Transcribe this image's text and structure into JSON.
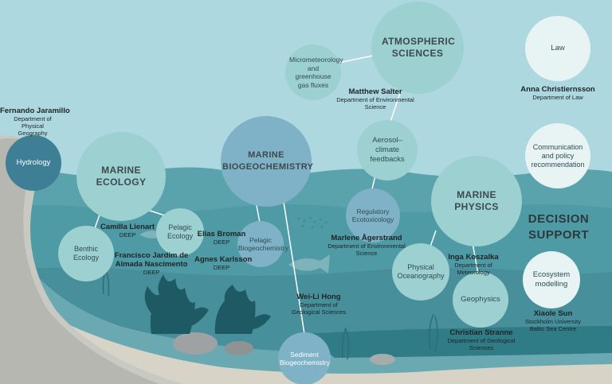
{
  "circles": {
    "atmospheric_sciences": "ATMOSPHERIC SCIENCES",
    "micrometeorology": "Micrometeorology and greenhouse gas fluxes",
    "aerosol_climate": "Aerosol–climate feedbacks",
    "law": "Law",
    "communication_policy": "Communication and policy recommendation",
    "hydrology": "Hydrology",
    "marine_ecology": "MARINE ECOLOGY",
    "marine_biogeochemistry": "MARINE BIOGEOCHEMISTRY",
    "regulatory_ecotoxicology": "Regulatory Ecotoxicology",
    "marine_physics": "MARINE PHYSICS",
    "pelagic_ecology": "Pelagic Ecology",
    "benthic_ecology": "Benthic Ecology",
    "pelagic_biogeochemistry": "Pelagic Biogeochemistry",
    "physical_oceanography": "Physical Oceanography",
    "geophysics": "Geophysics",
    "ecosystem_modelling": "Ecosystem modelling",
    "sediment_biogeochemistry": "Sediment Biogeochemistry"
  },
  "decision_support": "DECISION SUPPORT",
  "people": {
    "matthew_salter": {
      "name": "Matthew Salter",
      "dept": "Department of Environmental Science"
    },
    "anna_christiernsson": {
      "name": "Anna Christiernsson",
      "dept": "Department of Law"
    },
    "fernando_jaramillo": {
      "name": "Fernando Jaramillo",
      "dept": "Department of Physical Geography"
    },
    "camilla_lienart": {
      "name": "Camilla Lienart",
      "dept": "DEEP"
    },
    "francisco_jardim": {
      "name": "Francisco Jardim de Almada Nascimento",
      "dept": "DEEP"
    },
    "elias_broman": {
      "name": "Elias Broman",
      "dept": "DEEP"
    },
    "agnes_karlsson": {
      "name": "Agnes Karlsson",
      "dept": "DEEP"
    },
    "marlene_agerstrand": {
      "name": "Marlene Ågerstrand",
      "dept": "Department of Environmental Science"
    },
    "inga_koszalka": {
      "name": "Inga Koszalka",
      "dept": "Department of Meteorology"
    },
    "wei_li_hong": {
      "name": "Wei-Li Hong",
      "dept": "Department of Geological Sciences"
    },
    "christian_stranne": {
      "name": "Christian Stranne",
      "dept": "Department of Geological Sciences"
    },
    "xiaole_sun": {
      "name": "Xiaole Sun",
      "dept": "Stockholm University Baltic Sea Centre"
    }
  },
  "colors": {
    "sky": "#aed8e0",
    "water_surface": "#5aa3ad",
    "water_deep": "#3f8d99",
    "seabed": "#d7d3c7",
    "plants": "#1d5a63",
    "circle_light": "#9dd0d0",
    "circle_blue": "#7fb2c6",
    "circle_white": "#e8f3f4"
  }
}
